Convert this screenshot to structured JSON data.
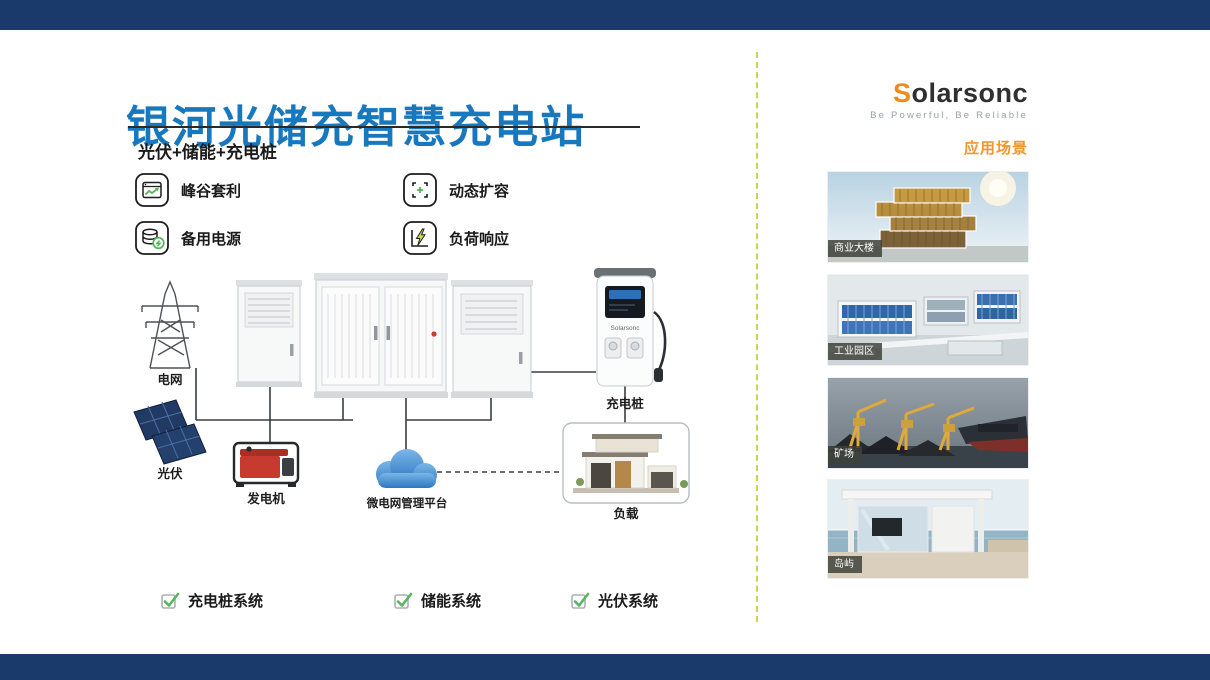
{
  "page": {
    "title": "银河光储充智慧充电站",
    "subtitle": "光伏+储能+充电桩"
  },
  "features": [
    {
      "label": "峰谷套利"
    },
    {
      "label": "动态扩容"
    },
    {
      "label": "备用电源"
    },
    {
      "label": "负荷响应"
    }
  ],
  "diagram": {
    "grid_label": "电网",
    "pv_label": "光伏",
    "generator_label": "发电机",
    "charger_label": "充电桩",
    "platform_label": "微电网管理平台",
    "load_label": "负载",
    "pile_brand": "Solarsonc"
  },
  "legend": [
    {
      "label": "充电桩系统"
    },
    {
      "label": "储能系统"
    },
    {
      "label": "光伏系统"
    }
  ],
  "brand": {
    "logo_first": "S",
    "logo_rest": "olarsonc",
    "tagline": "Be Powerful, Be Reliable",
    "section_label": "应用场景"
  },
  "scenarios": [
    {
      "label": "商业大楼"
    },
    {
      "label": "工业园区"
    },
    {
      "label": "矿场"
    },
    {
      "label": "岛屿"
    }
  ],
  "colors": {
    "accent_blue": "#1878be",
    "accent_orange": "#f0962a",
    "navy": "#1a3a6b",
    "divider_green": "#c9d64b",
    "check_green": "#59b55e"
  }
}
